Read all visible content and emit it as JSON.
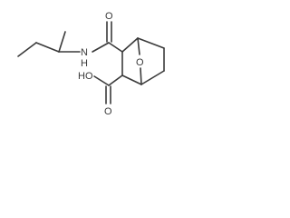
{
  "structure": {
    "atoms": {
      "carbonyl_o": "O",
      "amide_n": "N",
      "amide_h": "H",
      "bridge_o": "O",
      "acid_oh": "HO",
      "acid_o": "O"
    }
  }
}
